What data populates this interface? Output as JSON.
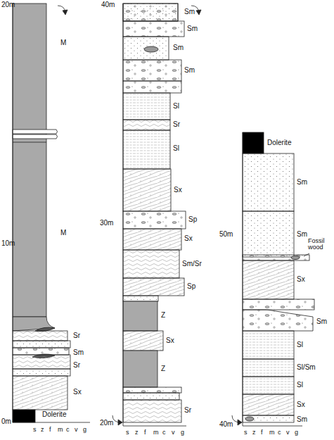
{
  "diagram": {
    "labels": [
      "20m",
      "10m",
      "0m",
      "M",
      "M",
      "Sr",
      "Sm",
      "Sr",
      "Sx",
      "Dolerite",
      "s",
      "z",
      "f",
      "m",
      "c",
      "v",
      "g",
      "40m",
      "Sm",
      "Sm",
      "Sm",
      "Sm",
      "Sl",
      "Sr",
      "Sl",
      "Sx",
      "30m",
      "Sp",
      "Sx",
      "Sm/Sr",
      "Sp",
      "Z",
      "Sx",
      "Z",
      "Sr",
      "20m",
      "s",
      "z",
      "f",
      "m",
      "c",
      "v",
      "g",
      "Dolerite",
      "Sm",
      "50m",
      "Sm",
      "Fossil wood",
      "Sx",
      "Sm",
      "Sl",
      "Sl/Sm",
      "Sl",
      "Sx",
      "Sm",
      "40m",
      "s",
      "z",
      "f",
      "m",
      "c",
      "v",
      "g"
    ]
  }
}
